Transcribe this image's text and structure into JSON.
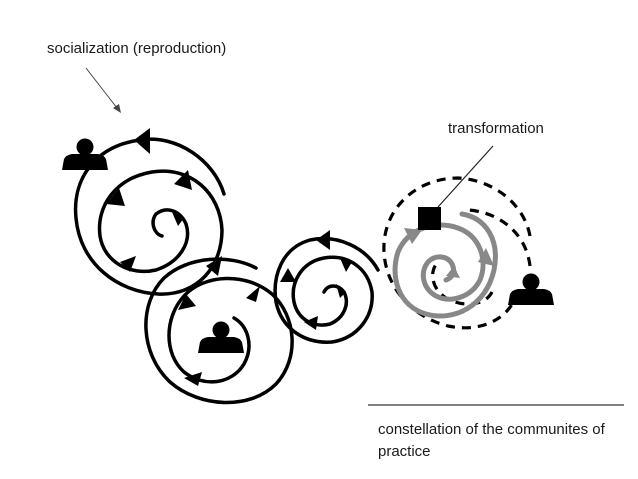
{
  "labels": {
    "socialization": "socialization (reproduction)",
    "transformation": "transformation",
    "constellation": "constellation of the communites of practice"
  },
  "colors": {
    "ink": "#000000",
    "transformation_spiral": "#888888",
    "text": "#1a1a1a"
  },
  "icons": [
    "person-icon",
    "square-marker-icon",
    "arrowhead-icon"
  ]
}
